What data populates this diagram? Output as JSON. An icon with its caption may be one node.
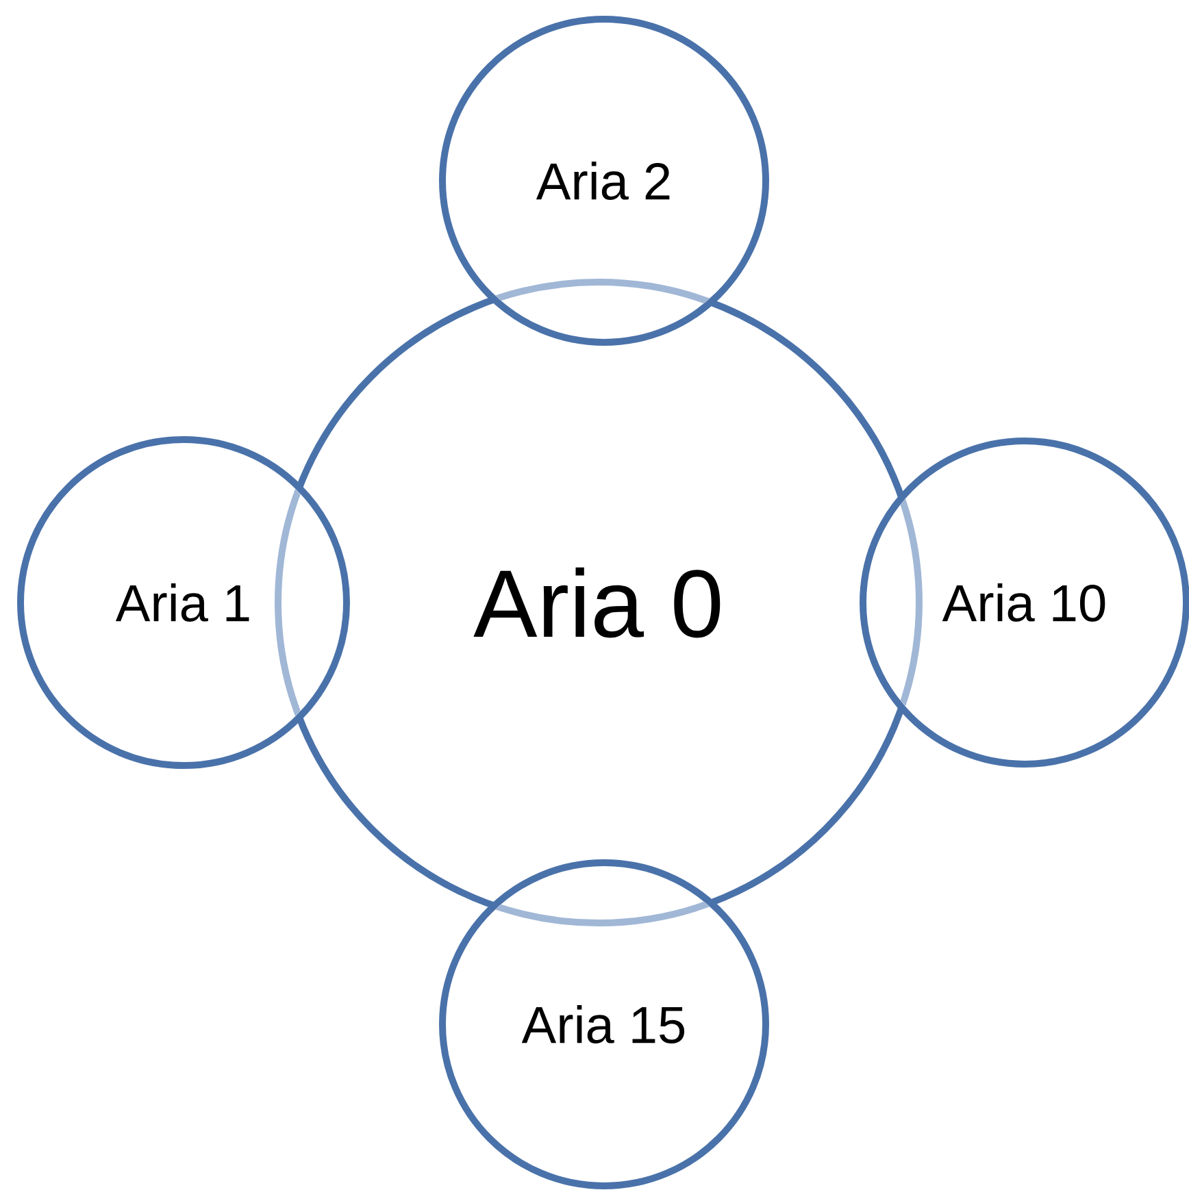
{
  "diagram": {
    "nodes": [
      {
        "text": [
          "Aria 2"
        ]
      },
      {
        "text": [
          "Aria 1"
        ]
      },
      {
        "text": [
          "Aria 0"
        ]
      },
      {
        "text": [
          "Aria 10"
        ]
      },
      {
        "text": [
          "Aria 15"
        ]
      }
    ]
  }
}
